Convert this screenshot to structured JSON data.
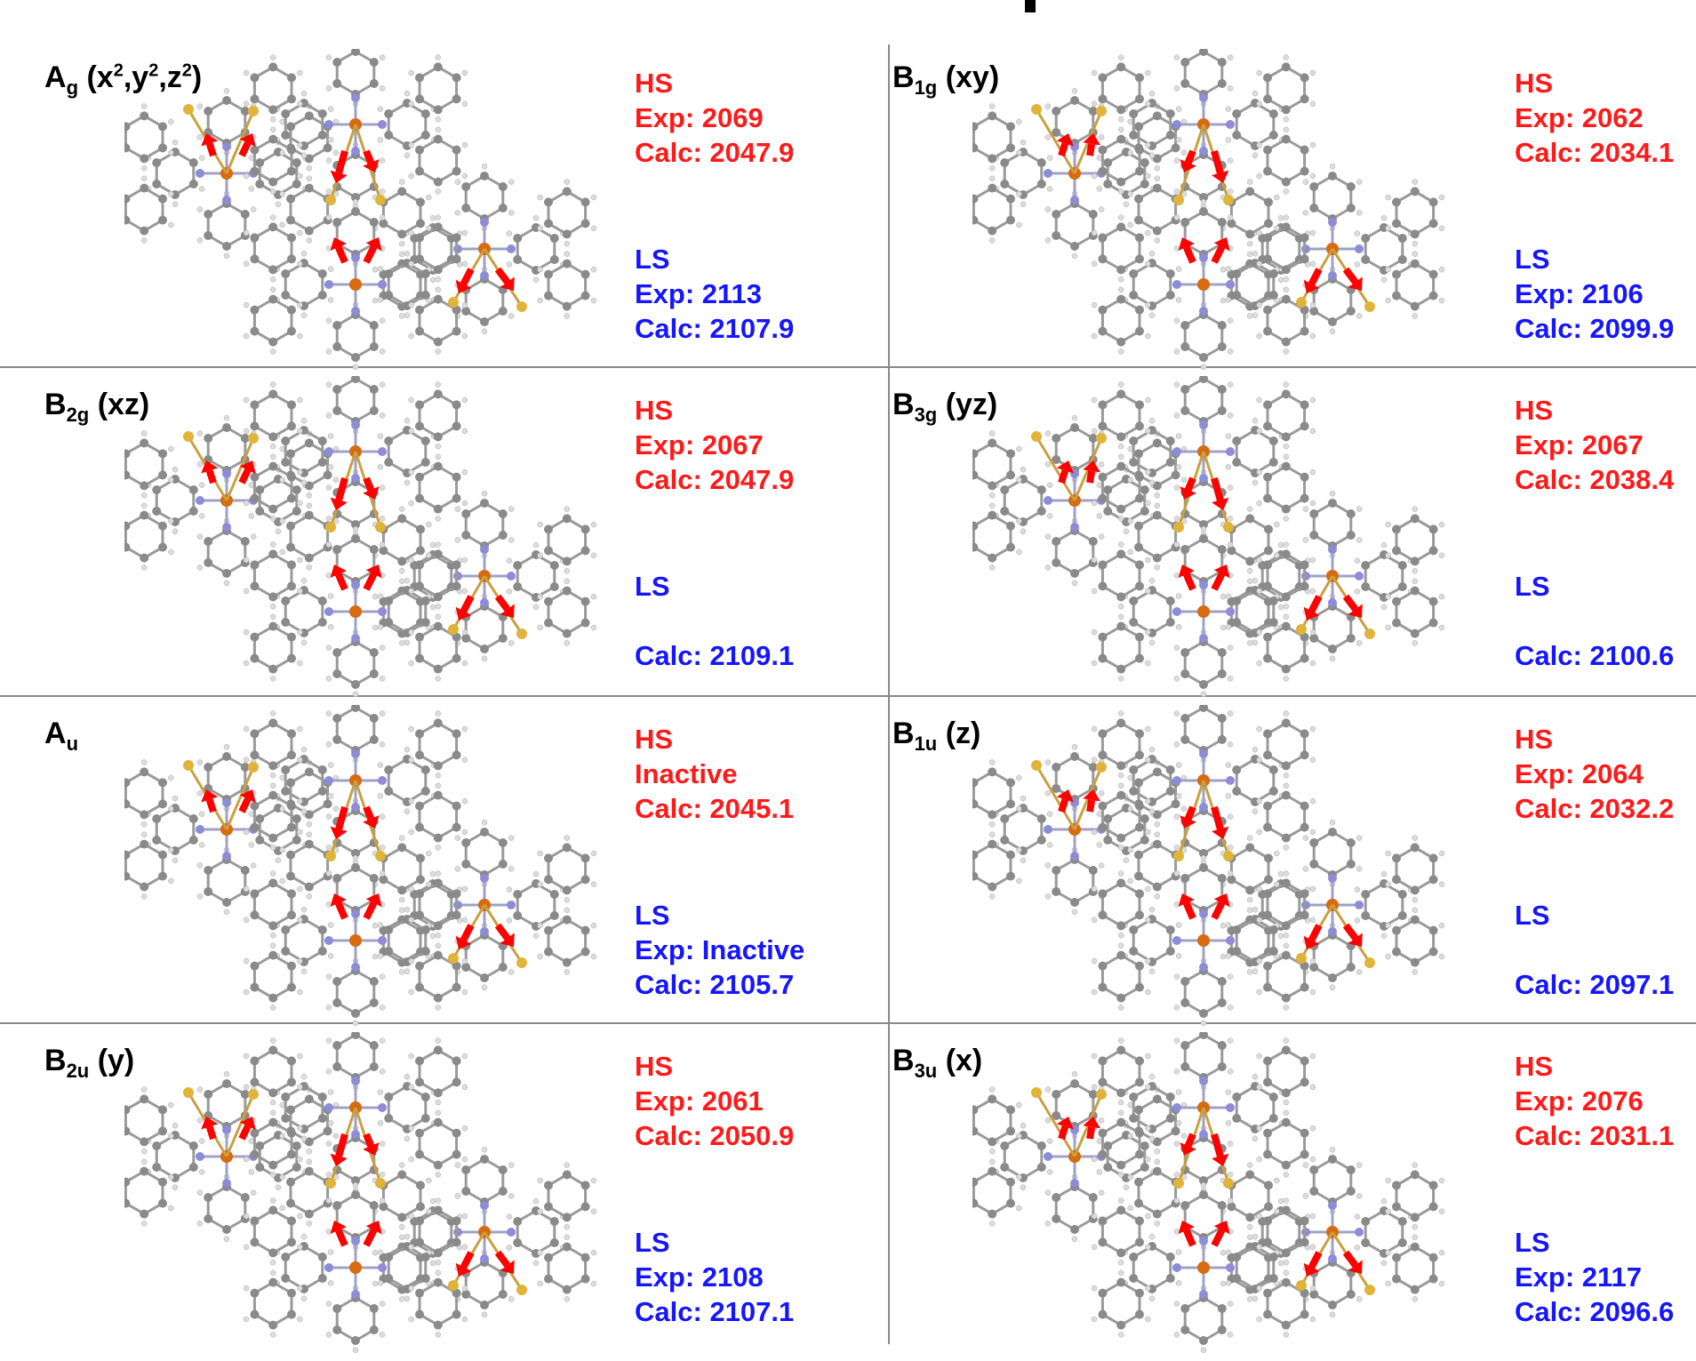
{
  "colors": {
    "hs": "#ff1a1a",
    "ls": "#1515ff",
    "iron": "#d86a10",
    "nitrogen": "#8c8cd8",
    "carbon": "#8a8a8a",
    "sulfur": "#e0b43a",
    "arrow": "#ff0000"
  },
  "panels": [
    {
      "id": "Ag",
      "symbol": "A",
      "sub": "g",
      "modes": "(x",
      "mode_parts": [
        [
          "x",
          "2"
        ],
        [
          "y",
          "2"
        ],
        [
          "z",
          "2"
        ]
      ],
      "hs": {
        "head": "HS",
        "exp": "Exp: 2069",
        "calc": "Calc: 2047.9"
      },
      "ls": {
        "head": "LS",
        "exp": "Exp: 2113",
        "calc": "Calc: 2107.9"
      }
    },
    {
      "id": "B1g",
      "symbol": "B",
      "sub": "1g",
      "modes": "(xy)",
      "hs": {
        "head": "HS",
        "exp": "Exp: 2062",
        "calc": "Calc: 2034.1"
      },
      "ls": {
        "head": "LS",
        "exp": "Exp: 2106",
        "calc": "Calc: 2099.9"
      }
    },
    {
      "id": "B2g",
      "symbol": "B",
      "sub": "2g",
      "modes": "(xz)",
      "hs": {
        "head": "HS",
        "exp": "Exp: 2067",
        "calc": "Calc: 2047.9"
      },
      "ls": {
        "head": "LS",
        "exp": "",
        "calc": "Calc: 2109.1"
      }
    },
    {
      "id": "B3g",
      "symbol": "B",
      "sub": "3g",
      "modes": "(yz)",
      "hs": {
        "head": "HS",
        "exp": "Exp: 2067",
        "calc": "Calc: 2038.4"
      },
      "ls": {
        "head": "LS",
        "exp": "",
        "calc": "Calc: 2100.6"
      }
    },
    {
      "id": "Au",
      "symbol": "A",
      "sub": "u",
      "modes": "",
      "hs": {
        "head": "HS",
        "exp": "Inactive",
        "calc": "Calc: 2045.1"
      },
      "ls": {
        "head": "LS",
        "exp": "Exp: Inactive",
        "calc": "Calc: 2105.7"
      }
    },
    {
      "id": "B1u",
      "symbol": "B",
      "sub": "1u",
      "modes": "(z)",
      "hs": {
        "head": "HS",
        "exp": "Exp: 2064",
        "calc": "Calc: 2032.2"
      },
      "ls": {
        "head": "LS",
        "exp": "",
        "calc": "Calc: 2097.1"
      }
    },
    {
      "id": "B2u",
      "symbol": "B",
      "sub": "2u",
      "modes": "(y)",
      "hs": {
        "head": "HS",
        "exp": "Exp: 2061",
        "calc": "Calc: 2050.9"
      },
      "ls": {
        "head": "LS",
        "exp": "Exp: 2108",
        "calc": "Calc: 2107.1"
      }
    },
    {
      "id": "B3u",
      "symbol": "B",
      "sub": "3u",
      "modes": "(x)",
      "hs": {
        "head": "HS",
        "exp": "Exp: 2076",
        "calc": "Calc: 2031.1"
      },
      "ls": {
        "head": "LS",
        "exp": "Exp: 2117",
        "calc": "Calc: 2096.6"
      }
    }
  ]
}
